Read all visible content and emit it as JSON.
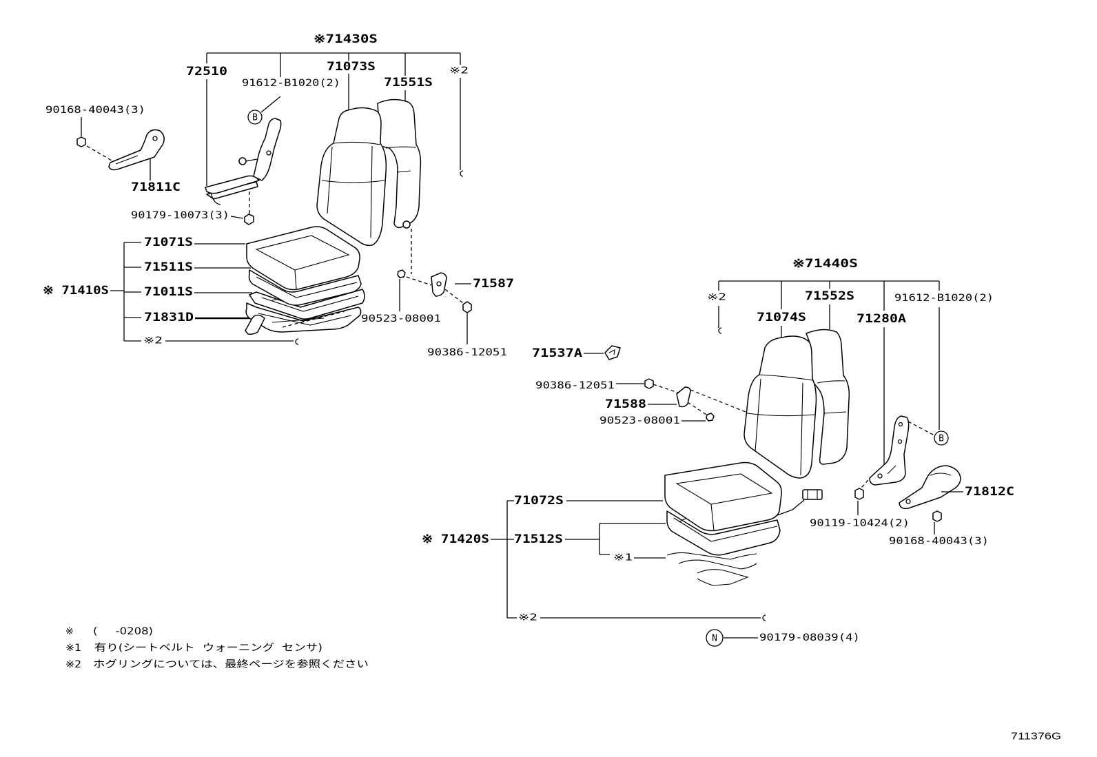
{
  "drawing_number": "711376G",
  "upper_group": {
    "assembly_label": "※71430S",
    "adjuster_label": "72510",
    "bolt_b_label": "91612-B1020(2)",
    "back_front_label": "71073S",
    "back_rear_label": "71551S",
    "ring_mark_top": "※2",
    "screw_label": "90168-40043(3)",
    "b_marker": "B",
    "side_cover_label": "71811C",
    "nut_label": "90179-10073(3)",
    "cushion_assembly_label": "※ 71410S",
    "cushion_cover_label": "71071S",
    "cushion_pad_label": "71511S",
    "cushion_frame_label": "71011S",
    "lever_label": "71831D",
    "ring_mark_bottom": "※2",
    "bracket_label": "71587",
    "bolt_label": "90523-08001",
    "clip_nut_label": "90386-12051"
  },
  "lower_group": {
    "assembly_label": "※71440S",
    "ring_mark_top": "※2",
    "back_front_label": "71074S",
    "back_rear_label": "71552S",
    "hinge_bracket_label": "71280A",
    "bolt_b_label": "91612-B1020(2)",
    "clip_label": "71537A",
    "clip_nut_label": "90386-12051",
    "bracket_label": "71588",
    "bolt_label": "90523-08001",
    "b_marker": "B",
    "side_cover_label": "71812C",
    "hinge_bolt_label": "90119-10424(2)",
    "screw_label": "90168-40043(3)",
    "cushion_assembly_label": "※ 71420S",
    "cushion_cover_label": "71072S",
    "cushion_pad_label": "71512S",
    "sensor_mark": "※1",
    "ring_mark_bottom": "※2",
    "n_marker": "N",
    "n_part_label": "90179-08039(4)"
  },
  "footnotes": [
    {
      "mark": "※",
      "text": "(     -0208)"
    },
    {
      "mark": "※1",
      "text": "有り(シートベルト  ウォーニング  センサ)"
    },
    {
      "mark": "※2",
      "text": "ホグリングについては、最終ページを参照ください"
    }
  ]
}
